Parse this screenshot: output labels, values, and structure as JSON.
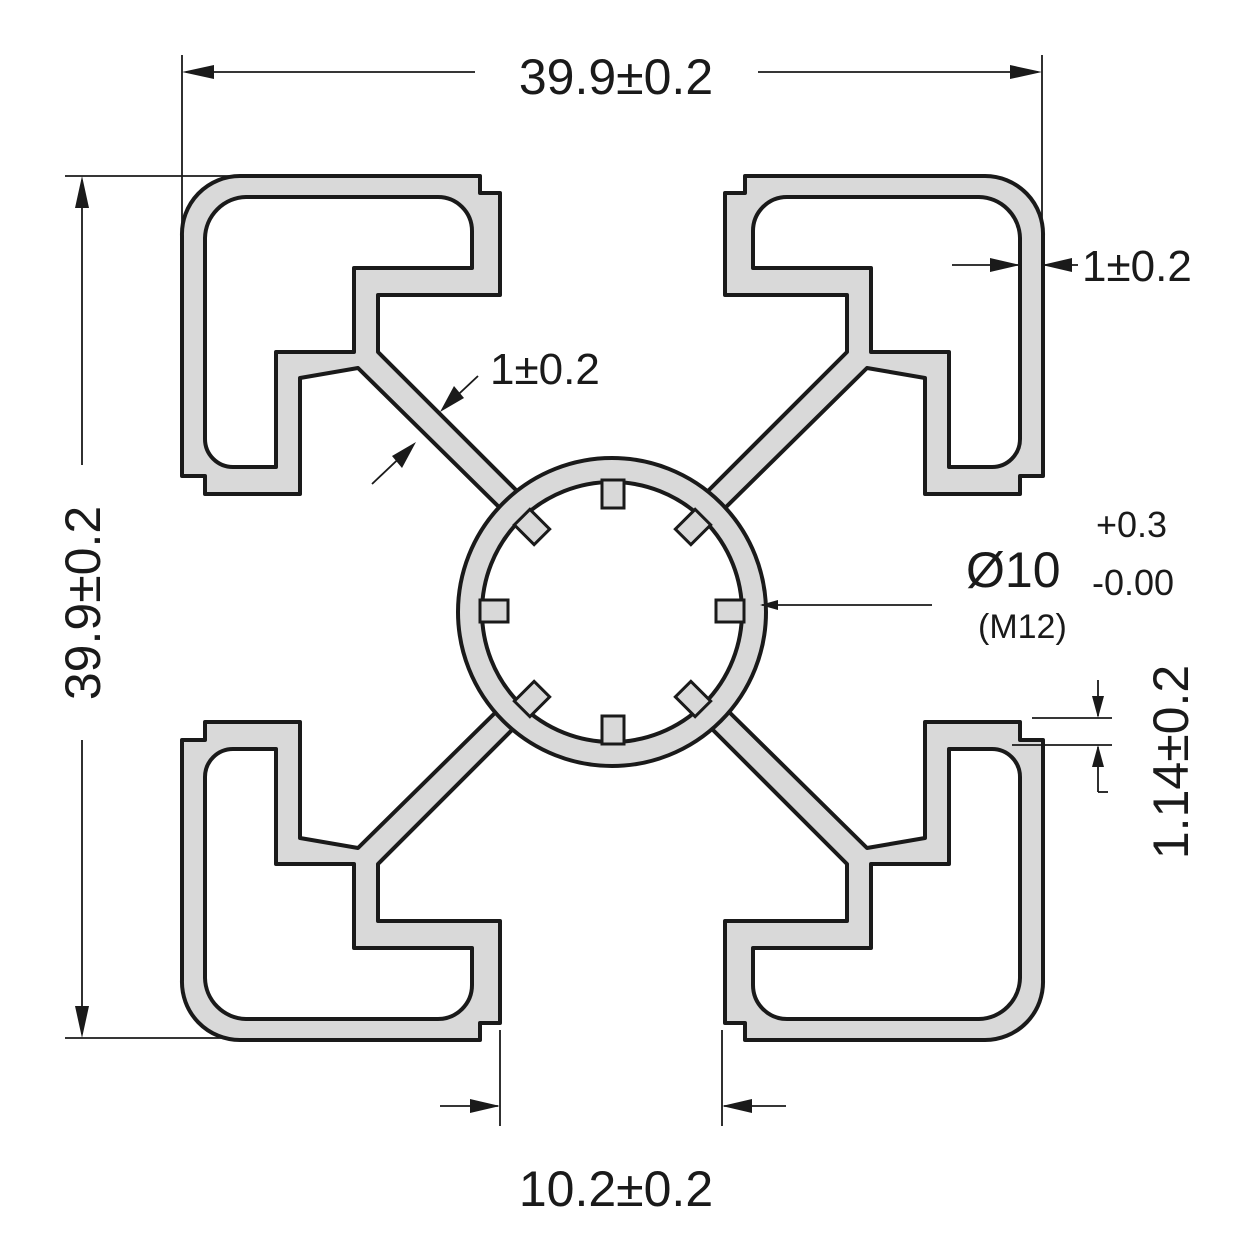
{
  "colors": {
    "profile_fill": "#d9d9d9",
    "line": "#1a1a1a",
    "background": "#ffffff"
  },
  "dimensions": {
    "width_top": "39.9±0.2",
    "height_left": "39.9±0.2",
    "wall_thickness_right": "1±0.2",
    "web_thickness": "1±0.2",
    "bore_symbol": "Ø10",
    "bore_tol_plus": "+0.3",
    "bore_tol_minus": "-0.00",
    "bore_thread": "(M12)",
    "lip_thickness": "1.14±0.2",
    "slot_width": "10.2±0.2"
  }
}
